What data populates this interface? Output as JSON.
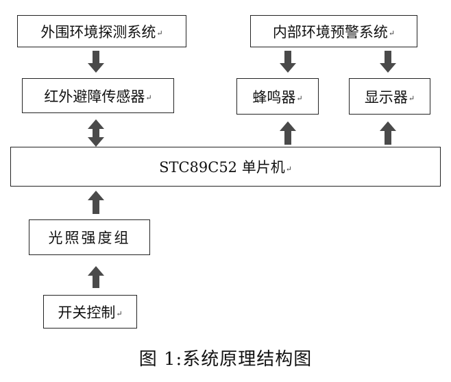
{
  "boxes": {
    "peripheral_detection": "外围环境探测系统",
    "internal_warning": "内部环境预警系统",
    "ir_sensor": "红外避障传感器",
    "buzzer": "蜂鸣器",
    "display": "显示器",
    "mcu": "STC89C52 单片机",
    "light_group": "光照强度组",
    "switch_control": "开关控制"
  },
  "paragraph_mark": "↵",
  "caption": "图 1:系统原理结构图",
  "colors": {
    "arrow": "#4a4a4a",
    "border": "#222222"
  }
}
